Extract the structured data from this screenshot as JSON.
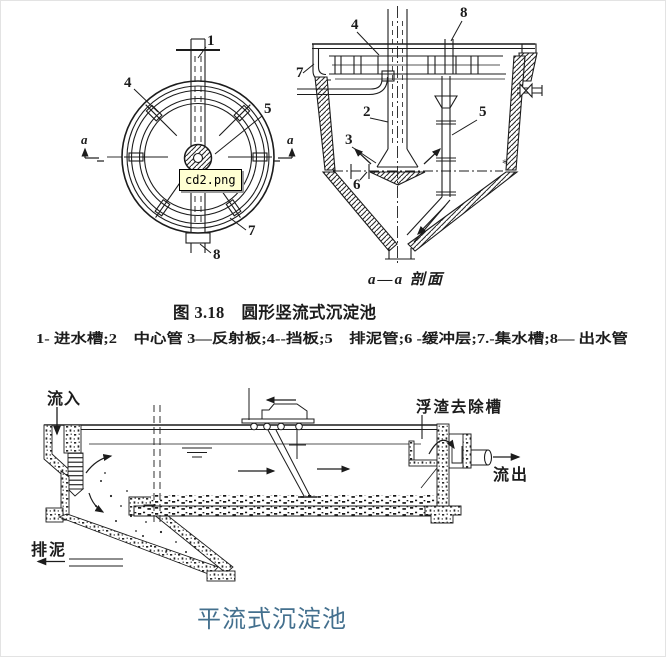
{
  "figure": {
    "title": "图 3.18　圆形竖流式沉淀池",
    "legend": "1- 进水槽;2　中心管 3—反射板;4--挡板;5　排泥管;6 -缓冲层;7.-集水槽;8— 出水管",
    "bottom_caption": "平流式沉淀池"
  },
  "plan_view": {
    "label_1": "1",
    "label_4": "4",
    "label_5": "5",
    "label_7": "7",
    "label_8": "8",
    "section_marker_left": "a",
    "section_marker_right": "a",
    "broken_image_label": "cd2.png"
  },
  "section_view": {
    "label_2": "2",
    "label_3": "3",
    "label_4": "4",
    "label_5": "5",
    "label_6": "6",
    "label_7": "7",
    "label_8": "8",
    "caption": "a—a 剖面",
    "stray_mark": "*"
  },
  "horizontal_tank": {
    "inflow_label": "流入",
    "outflow_label": "流出",
    "sludge_label": "排泥",
    "scum_trough_label": "浮渣去除槽"
  },
  "colors": {
    "ink": "#1c1c1c",
    "caption_blue": "#44708e",
    "tooltip_bg": "#ffffd2"
  }
}
